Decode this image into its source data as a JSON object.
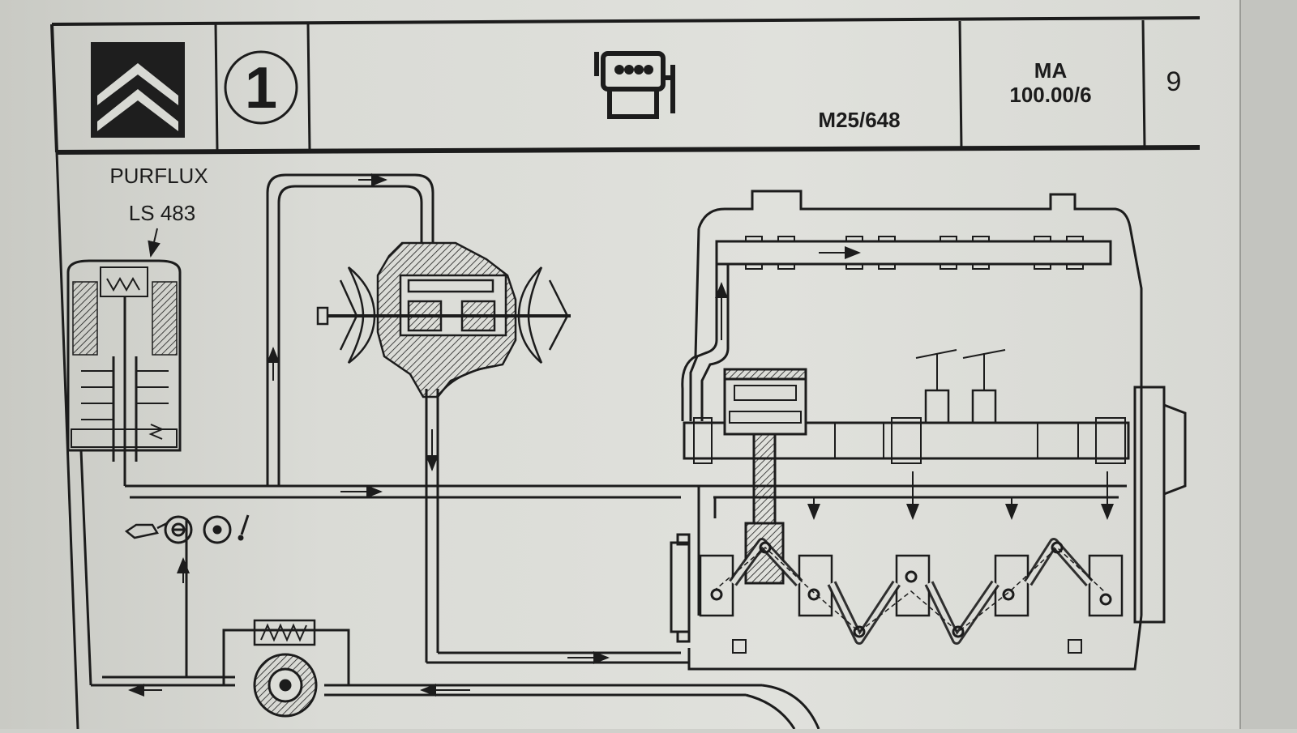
{
  "header": {
    "logo": "citroen-double-chevron",
    "circle_number": "1",
    "engine_icon": "engine-block-icon",
    "code": "M25/648",
    "manual_line1": "MA",
    "manual_line2": "100.00/6",
    "page_number": "9"
  },
  "diagram": {
    "filter_brand": "PURFLUX",
    "filter_model": "LS 483",
    "symbols": [
      "oil-can-icon",
      "pressure-switch-icon",
      "temperature-sensor-icon",
      "gauge-needle-icon"
    ],
    "colors": {
      "ink": "#1c1c1c",
      "paper": "#dcddd8"
    }
  }
}
